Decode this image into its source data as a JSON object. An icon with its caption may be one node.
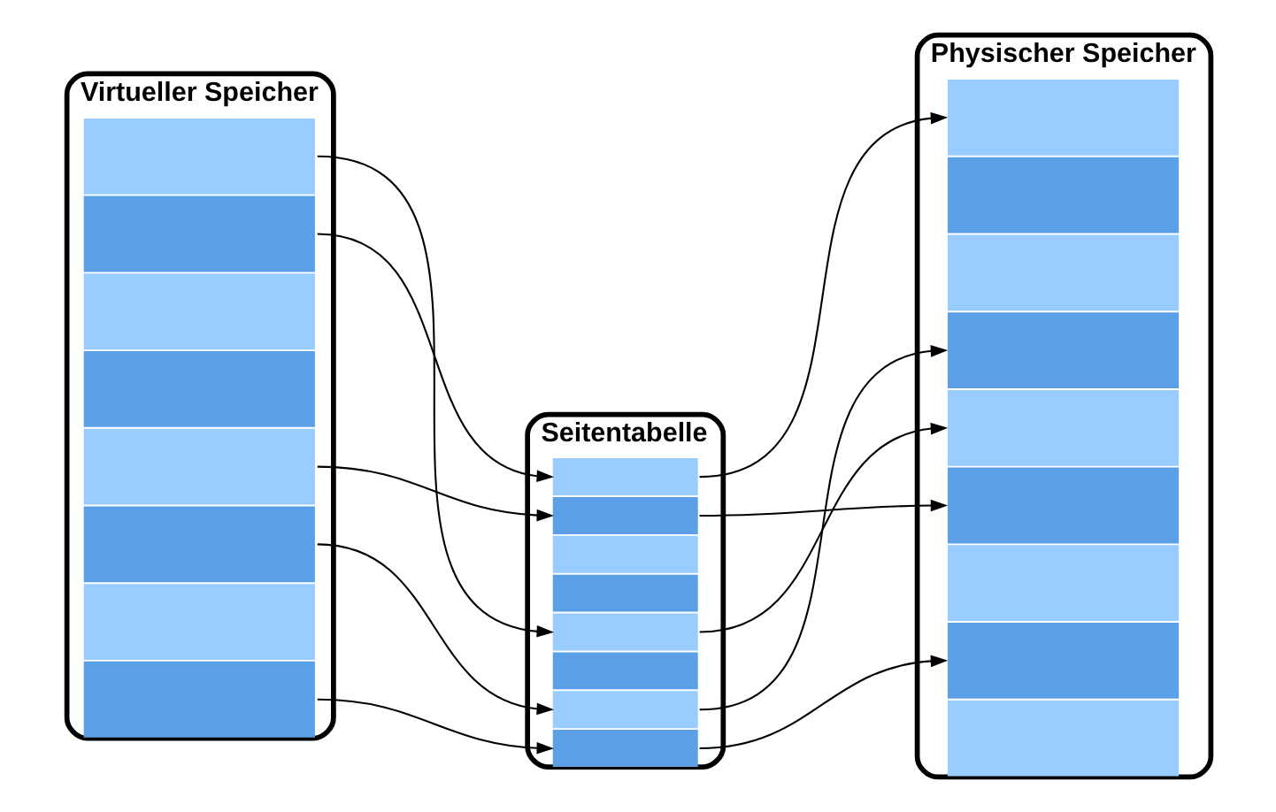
{
  "diagram": {
    "nodes": [
      {
        "text": [
          "Virtueller Speicher"
        ]
      },
      {
        "text": [],
        "shape": "bar",
        "in": 0
      },
      {
        "text": [],
        "shape": "bar",
        "in": 0
      },
      {
        "text": [],
        "shape": "bar",
        "in": 0
      },
      {
        "text": [],
        "shape": "bar",
        "in": 0
      },
      {
        "text": [],
        "shape": "bar",
        "in": 0
      },
      {
        "text": [],
        "shape": "bar",
        "in": 0
      },
      {
        "text": [],
        "shape": "bar",
        "in": 0
      },
      {
        "text": [],
        "shape": "bar",
        "in": 0
      },
      {
        "text": [
          "Seitentabelle"
        ]
      },
      {
        "text": [],
        "shape": "bar",
        "in": 9
      },
      {
        "text": [],
        "shape": "bar",
        "in": 9
      },
      {
        "text": [],
        "shape": "bar",
        "in": 9
      },
      {
        "text": [],
        "shape": "bar",
        "in": 9
      },
      {
        "text": [],
        "shape": "bar",
        "in": 9
      },
      {
        "text": [],
        "shape": "bar",
        "in": 9
      },
      {
        "text": [],
        "shape": "bar",
        "in": 9
      },
      {
        "text": [],
        "shape": "bar",
        "in": 9
      },
      {
        "text": [
          "Physischer Speicher"
        ]
      },
      {
        "text": [],
        "shape": "bar",
        "in": 18
      },
      {
        "text": [],
        "shape": "bar",
        "in": 18
      },
      {
        "text": [],
        "shape": "bar",
        "in": 18
      },
      {
        "text": [],
        "shape": "bar",
        "in": 18
      },
      {
        "text": [],
        "shape": "bar",
        "in": 18
      },
      {
        "text": [],
        "shape": "bar",
        "in": 18
      },
      {
        "text": [],
        "shape": "bar",
        "in": 18
      },
      {
        "text": [],
        "shape": "bar",
        "in": 18
      },
      {
        "text": [],
        "shape": "bar",
        "in": 18
      }
    ],
    "edges": [
      {
        "from": 1,
        "to": 14,
        "arrow": "to"
      },
      {
        "from": 2,
        "to": 10,
        "arrow": "to"
      },
      {
        "from": 5,
        "to": 11,
        "arrow": "to"
      },
      {
        "from": 6,
        "to": 16,
        "arrow": "to"
      },
      {
        "from": 8,
        "to": 17,
        "arrow": "to"
      },
      {
        "from": 10,
        "to": 19,
        "arrow": "to"
      },
      {
        "from": 11,
        "to": 24,
        "arrow": "to"
      },
      {
        "from": 14,
        "to": 23,
        "arrow": "to"
      },
      {
        "from": 16,
        "to": 22,
        "arrow": "to"
      },
      {
        "from": 17,
        "to": 26,
        "arrow": "to"
      }
    ]
  }
}
